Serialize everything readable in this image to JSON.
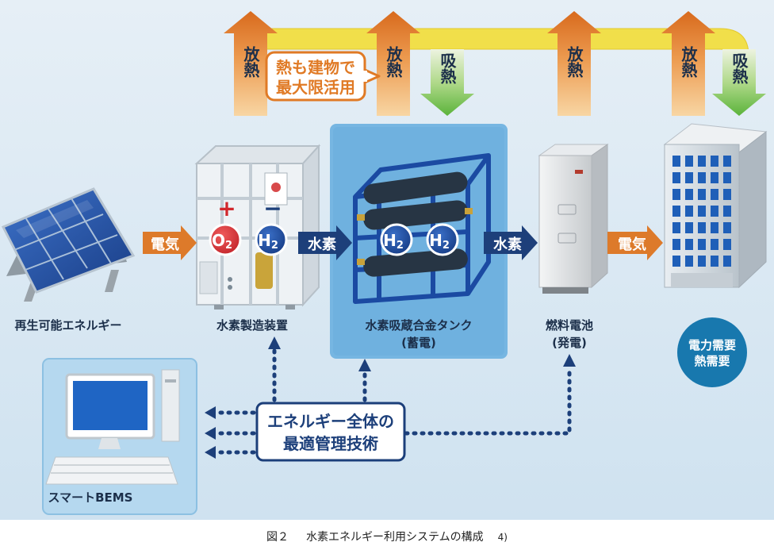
{
  "heat": {
    "release": "放熱",
    "absorb": "吸熱",
    "callout_line1": "熱も建物で",
    "callout_line2": "最大限活用"
  },
  "arrows": {
    "electricity": "電気",
    "hydrogen": "水素"
  },
  "molecules": {
    "oxygen_main": "O",
    "oxygen_sub": "2",
    "hydrogen_main": "H",
    "hydrogen_sub": "2",
    "plus": "+",
    "minus": "−"
  },
  "labels": {
    "solar": "再生可能エネルギー",
    "electrolyzer": "水素製造装置",
    "tank": "水素吸蔵合金タンク",
    "tank_sub": "(蓄電)",
    "fuelcell": "燃料電池",
    "fuelcell_sub": "(発電)",
    "demand_line1": "電力需要",
    "demand_line2": "熱需要",
    "bems": "スマートBEMS",
    "management_line1": "エネルギー全体の",
    "management_line2": "最適管理技術"
  },
  "caption": {
    "figure": "図２",
    "title": "水素エネルギー利用システムの構成",
    "ref": "4)"
  },
  "colors": {
    "background": "#d9e8f3",
    "heat_arrow": "#e07a25",
    "absorb_arrow": "#6cc04a",
    "yellow_pipe": "#f1df4a",
    "flow_arrow": "#dd7a2a",
    "hydrogen_arrow": "#1d3f7a",
    "dotted": "#1c3f7a",
    "highlight_box": "#72b4e0",
    "bems_box": "#b5d8ef",
    "demand_circle": "#1878ae"
  }
}
